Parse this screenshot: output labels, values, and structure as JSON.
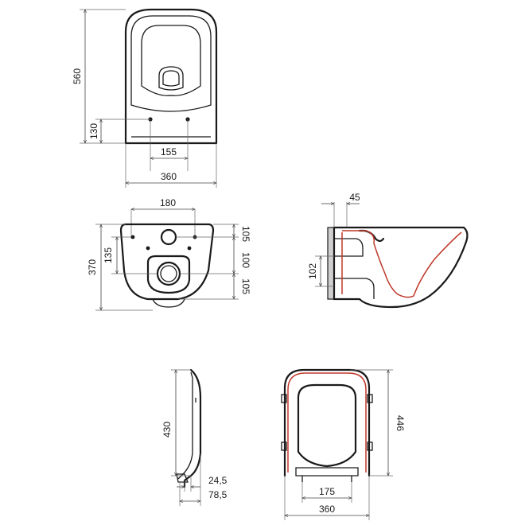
{
  "dimensions": {
    "top_view": {
      "height": "560",
      "bracket_offset": "130",
      "bracket_spacing": "155",
      "width": "360"
    },
    "front_view": {
      "fixing_spacing": "180",
      "height": "370",
      "fixing_height": "135",
      "upper": "105",
      "middle": "100",
      "lower": "105"
    },
    "side_view": {
      "rim_offset": "45",
      "outlet_height": "102"
    },
    "seat_side_view": {
      "length": "430",
      "thickness": "24,5",
      "depth": "78,5"
    },
    "seat_top_view": {
      "length": "446",
      "hinge_spacing": "175",
      "width": "360"
    }
  },
  "colors": {
    "line": "#1a1a1a",
    "accent": "#c0392b",
    "hatch": "#cfcfcf"
  }
}
